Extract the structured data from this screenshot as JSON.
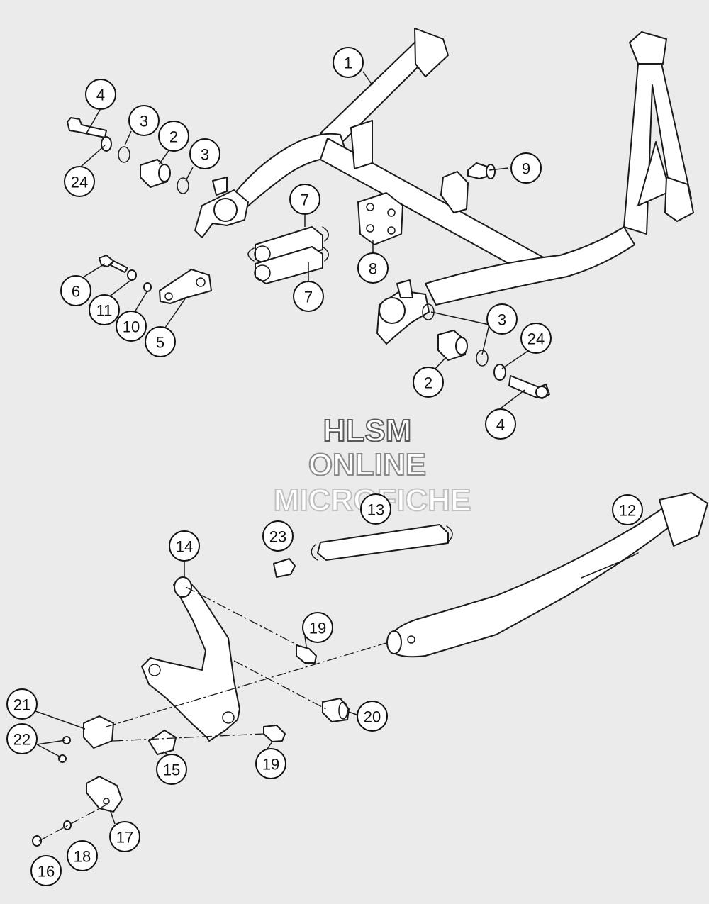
{
  "watermark": {
    "line1": "HLSM",
    "line2": "ONLINE",
    "line3": "MICROFICHE"
  },
  "callouts": [
    "1",
    "2",
    "3",
    "4",
    "5",
    "6",
    "7",
    "8",
    "9",
    "10",
    "11",
    "12",
    "13",
    "14",
    "15",
    "16",
    "17",
    "18",
    "19",
    "20",
    "21",
    "22",
    "23",
    "24"
  ]
}
